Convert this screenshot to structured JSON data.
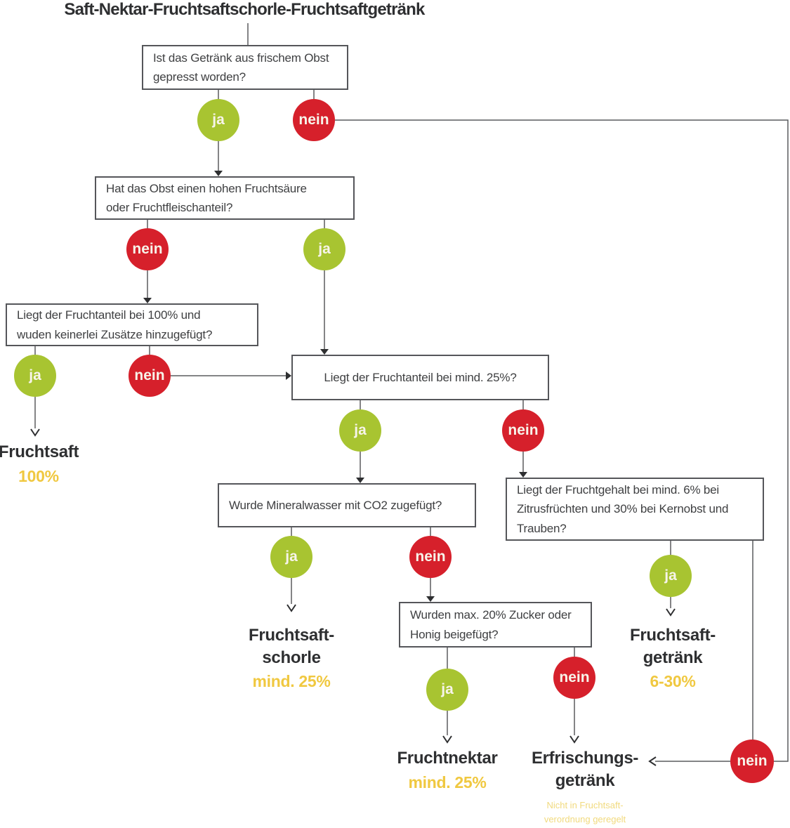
{
  "title": "Saft-Nektar-Fruchtsaftschorle-Fruchtsaftgetränk",
  "answers": {
    "yes": "ja",
    "no": "nein"
  },
  "questions": {
    "fresh_pressed": "Ist das Getränk aus frischem Obst\ngepresst worden?",
    "high_acid": "Hat das Obst einen hohen Fruchtsäure\noder Fruchtfleischanteil?",
    "content_100": "Liegt der Fruchtanteil bei 100% und\nwuden keinerlei Zusätze hinzugefügt?",
    "content_min25": "Liegt der Fruchtanteil bei mind. 25%?",
    "mineral_water": "Wurde Mineralwasser mit CO2 zugefügt?",
    "content_6_30": "Liegt der Fruchtgehalt bei mind. 6% bei\nZitrusfrüchten und 30% bei Kernobst und\nTrauben?",
    "sugar_honey": "Wurden max. 20% Zucker oder\nHonig beigefügt?"
  },
  "results": {
    "fruchtsaft": {
      "name": "Fruchtsaft",
      "value": "100%"
    },
    "schorle": {
      "name": "Fruchtsaft-\nschorle",
      "value": "mind. 25%"
    },
    "getraenk": {
      "name": "Fruchtsaft-\ngetränk",
      "value": "6-30%"
    },
    "nektar": {
      "name": "Fruchtnektar",
      "value": "mind. 25%"
    },
    "erfrischung": {
      "name": "Erfrischungs-\ngetränk",
      "note": "Nicht in Fruchtsaft-\nverordnung geregelt"
    }
  },
  "colors": {
    "green": "#a8c431",
    "red": "#d6202b",
    "yellow": "#f0c840",
    "note_yellow": "#f1da7e",
    "ink": "#2e2f31",
    "question": "#3f4042",
    "border": "#55565a",
    "line": "#5a5b5e",
    "circle_text": "#f7f4ea"
  }
}
